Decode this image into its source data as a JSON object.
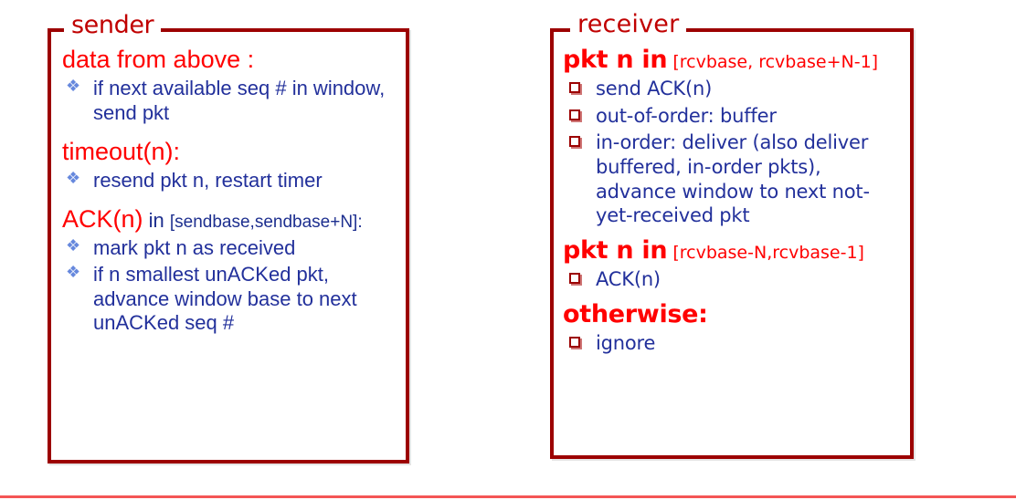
{
  "colors": {
    "border": "#9c0000",
    "heading_red": "#ff0000",
    "body_blue": "#22309b",
    "sender_bullet_blue": "#6688dd",
    "receiver_bullet_red": "#9c0000",
    "bottom_rule": "#f45555",
    "background": "#ffffff"
  },
  "sender": {
    "legend": "sender",
    "sections": [
      {
        "heading": "data from above :",
        "heading_sub": "",
        "heading_sub_small": "",
        "items": [
          "if next available seq # in window, send pkt"
        ]
      },
      {
        "heading": "timeout(n):",
        "heading_sub": "",
        "heading_sub_small": "",
        "items": [
          "resend pkt n, restart timer"
        ]
      },
      {
        "heading": "ACK(n)",
        "heading_sub": " in ",
        "heading_sub_small": "[sendbase,sendbase+N]:",
        "items": [
          "mark pkt n as received",
          "if n smallest unACKed pkt, advance window base to next unACKed seq #"
        ]
      }
    ]
  },
  "receiver": {
    "legend": "receiver",
    "sections": [
      {
        "heading": "pkt n in",
        "heading_sub_small": " [rcvbase, rcvbase+N-1]",
        "items": [
          "send ACK(n)",
          "out-of-order: buffer",
          "in-order: deliver (also deliver buffered, in-order pkts), advance window to next not-yet-received pkt"
        ]
      },
      {
        "heading": "pkt n in",
        "heading_sub_small": " [rcvbase-N,rcvbase-1]",
        "items": [
          "ACK(n)"
        ]
      },
      {
        "heading": "otherwise:",
        "heading_sub_small": "",
        "items": [
          "ignore"
        ]
      }
    ]
  }
}
